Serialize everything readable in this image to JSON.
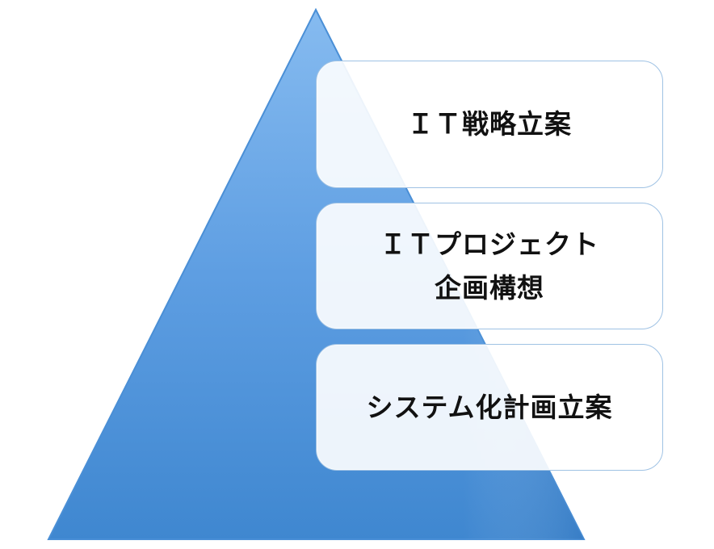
{
  "diagram": {
    "items": [
      {
        "lines": [
          "ＩＴ戦略立案"
        ]
      },
      {
        "lines": [
          "ＩＴプロジェクト",
          "企画構想"
        ]
      },
      {
        "lines": [
          "システム化計画立案"
        ]
      }
    ]
  },
  "colors": {
    "pyramid_top": "#7db3ec",
    "pyramid_bottom": "#3d86cf",
    "pyramid_edge": "#4a8fd6",
    "box_border": "#9fc2e4",
    "text": "#111111"
  }
}
